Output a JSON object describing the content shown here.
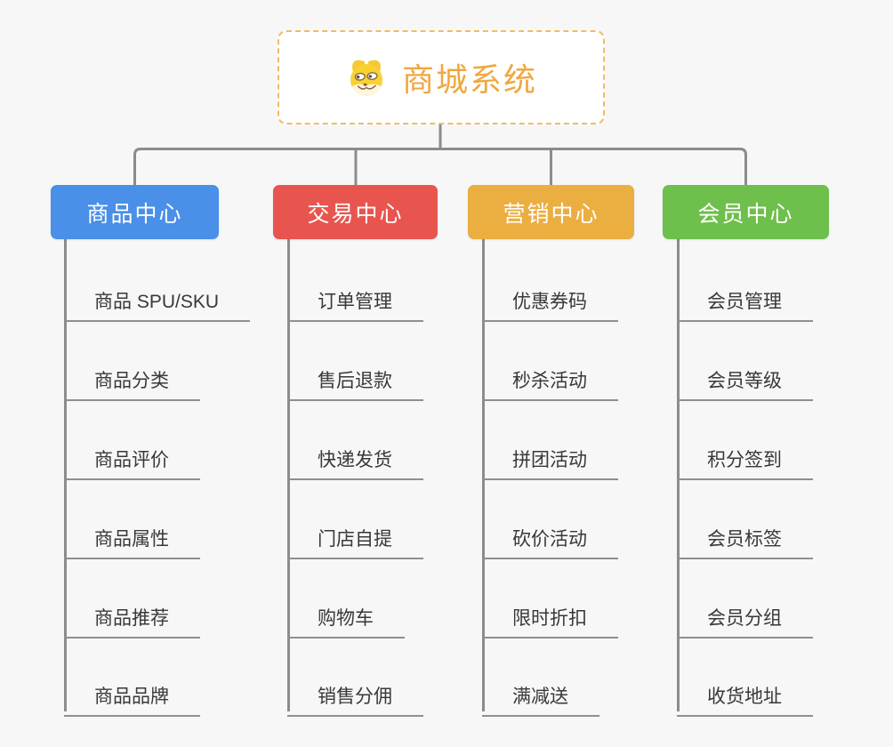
{
  "page": {
    "background_color": "#f7f7f7",
    "connector_color": "#8c8c8c",
    "underline_color": "#8f8f8f"
  },
  "root": {
    "label": "商城系统",
    "icon": "shiba-dog-icon",
    "text_color": "#f0a73f",
    "border_color": "#f2bc62",
    "background_color": "#ffffff"
  },
  "branches": [
    {
      "label": "商品中心",
      "color": "#4a8fe8",
      "items": [
        "商品 SPU/SKU",
        "商品分类",
        "商品评价",
        "商品属性",
        "商品推荐",
        "商品品牌"
      ]
    },
    {
      "label": "交易中心",
      "color": "#e8554f",
      "items": [
        "订单管理",
        "售后退款",
        "快递发货",
        "门店自提",
        "购物车",
        "销售分佣"
      ]
    },
    {
      "label": "营销中心",
      "color": "#ebae41",
      "items": [
        "优惠券码",
        "秒杀活动",
        "拼团活动",
        "砍价活动",
        "限时折扣",
        "满减送"
      ]
    },
    {
      "label": "会员中心",
      "color": "#6ebf4b",
      "items": [
        "会员管理",
        "会员等级",
        "积分签到",
        "会员标签",
        "会员分组",
        "收货地址"
      ]
    }
  ]
}
